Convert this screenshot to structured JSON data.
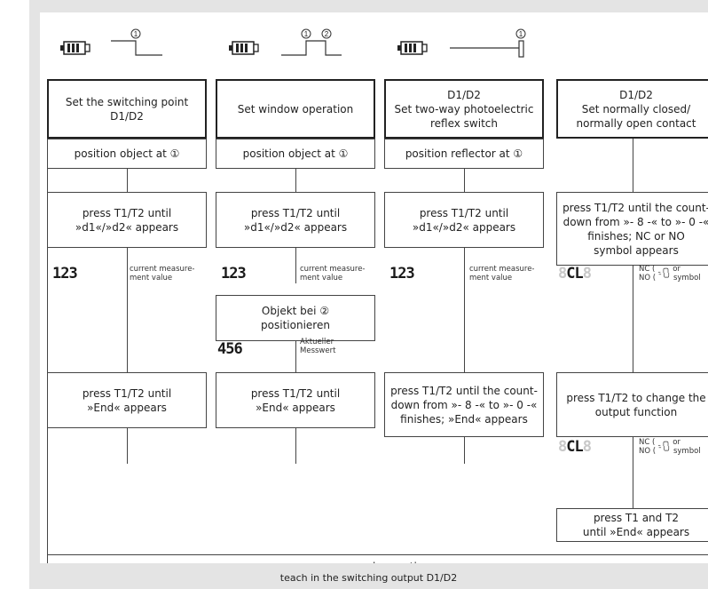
{
  "columns": [
    {
      "title": "Set the switching point\nD1/D2",
      "position": "position object at ①",
      "press1": "press T1/T2 until\n»d1«/»d2« appears",
      "display1": {
        "dim": "",
        "bright": "123"
      },
      "display1_note": "current measure-\nment value",
      "press2": "press T1/T2 until\n»End« appears"
    },
    {
      "title": "Set window operation",
      "position": "position object at ①",
      "press1": "press T1/T2 until\n»d1«/»d2« appears",
      "display1": {
        "dim": "",
        "bright": "123"
      },
      "display1_note": "current measure-\nment value",
      "object2": "Objekt bei ②\npositionieren",
      "display2": {
        "dim": "",
        "bright": "456"
      },
      "display2_note": "Aktueller\nMesswert",
      "press2": "press T1/T2 until\n»End« appears"
    },
    {
      "title": "D1/D2\nSet two-way photoelectric\nreflex switch",
      "position": "position reflector at ①",
      "press1": "press T1/T2 until\n»d1«/»d2« appears",
      "display1": {
        "dim": "",
        "bright": "123"
      },
      "display1_note": "current measure-\nment value",
      "press2": "press T1/T2 until the count-\ndown from »- 8 -« to »- 0 -«\nfinishes; »End« appears"
    },
    {
      "title": "D1/D2\nSet normally closed/\nnormally open contact",
      "press1": "press T1/T2 until the count-\ndown from »- 8 -« to »- 0 -«\nfinishes; NC or NO\nsymbol appears",
      "display1": {
        "dim": "8",
        "bright": "CL",
        "dim2": "8"
      },
      "display1_note": "NC ( ˍ╭╮ or\nNO ( ˉ╰╯ symbol",
      "press2": "press T1/T2 to change the\noutput function",
      "display2": {
        "dim": "8",
        "bright": "CL",
        "dim2": "8"
      },
      "display2_note": "NC ( ˍ╭╮ or\nNO ( ˉ╰╯ symbol",
      "press3": "press T1 and T2\nuntil »End« appears"
    }
  ],
  "circle_labels": [
    "1",
    "1",
    "2",
    "1"
  ],
  "normal_operation": "normal operation",
  "caption": "teach in the switching output D1/D2"
}
